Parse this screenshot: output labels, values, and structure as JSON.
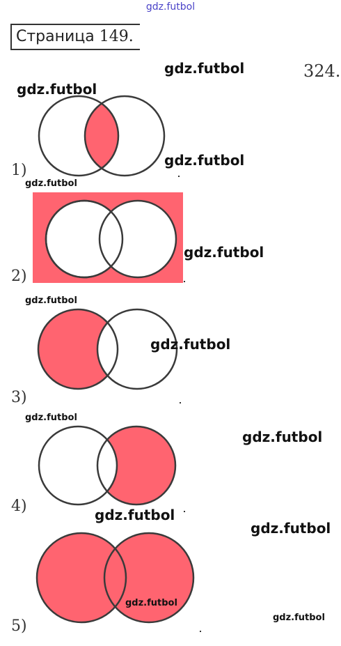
{
  "watermark_top": "gdz.futbol",
  "header": {
    "label": "Страница",
    "page_number": "149."
  },
  "task_number": "324.",
  "watermark": "gdz.futbol",
  "items": [
    {
      "label": "1)",
      "shaded_region": "A∩B"
    },
    {
      "label": "2)",
      "shaded_region": "complement of A∪B"
    },
    {
      "label": "3)",
      "shaded_region": "A only"
    },
    {
      "label": "4)",
      "shaded_region": "B only"
    },
    {
      "label": "5)",
      "shaded_region": "A∪B"
    }
  ],
  "colors": {
    "fill": "#ff6470",
    "stroke": "#3a3a3a",
    "watermark_top": "#4a43c8"
  }
}
